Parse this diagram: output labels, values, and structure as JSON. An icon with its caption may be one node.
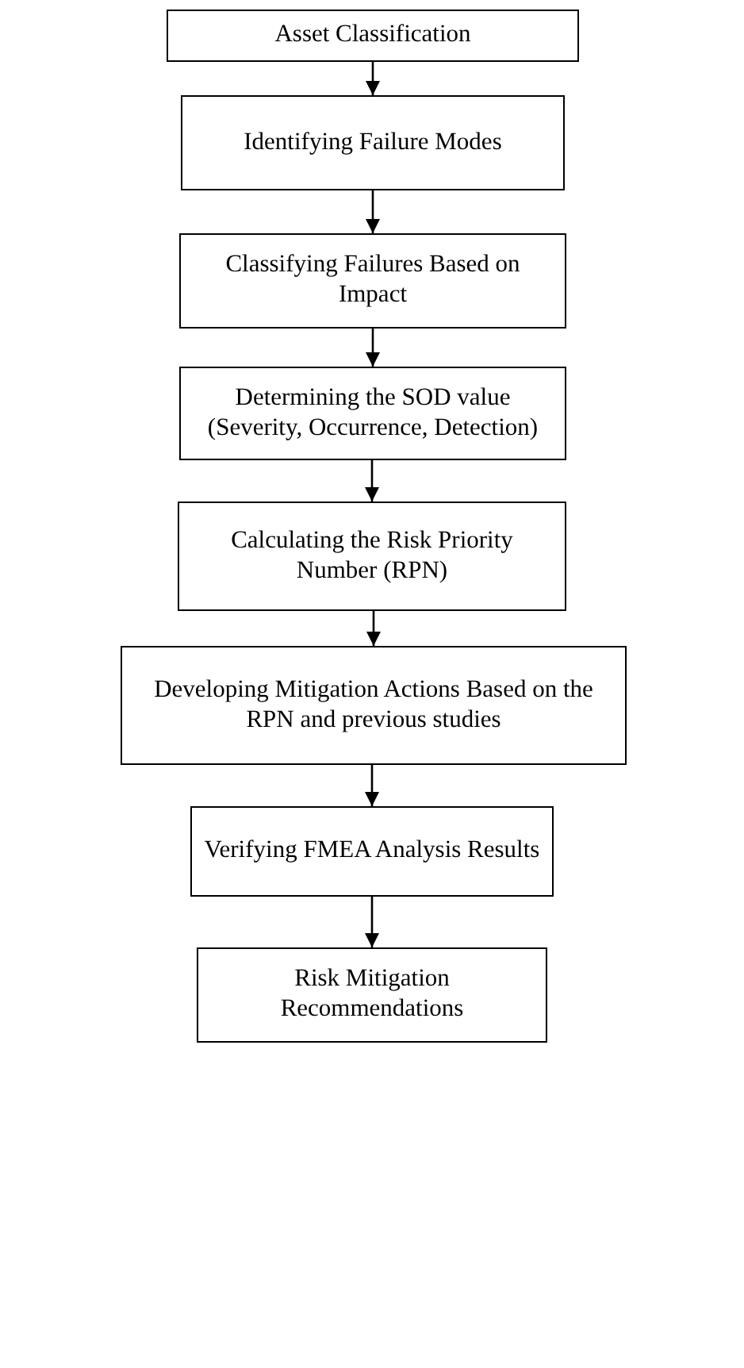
{
  "diagram": {
    "nodes": [
      {
        "text": [
          "Asset Classification"
        ]
      },
      {
        "text": [
          "Identifying Failure Modes"
        ]
      },
      {
        "text": [
          "Classifying Failures Based on Impact"
        ]
      },
      {
        "text": [
          "Determining the SOD value (Severity, Occurrence, Detection)"
        ]
      },
      {
        "text": [
          "Calculating the Risk Priority Number (RPN)"
        ]
      },
      {
        "text": [
          "Developing Mitigation Actions Based on the RPN and previous studies"
        ]
      },
      {
        "text": [
          "Verifying FMEA Analysis Results"
        ]
      },
      {
        "text": [
          "Risk Mitigation Recommendations"
        ]
      }
    ],
    "edges": [
      {
        "from": 0,
        "to": 1,
        "arrow": "to"
      },
      {
        "from": 1,
        "to": 2,
        "arrow": "to"
      },
      {
        "from": 2,
        "to": 3,
        "arrow": "to"
      },
      {
        "from": 3,
        "to": 4,
        "arrow": "to"
      },
      {
        "from": 4,
        "to": 5,
        "arrow": "to"
      },
      {
        "from": 5,
        "to": 6,
        "arrow": "to"
      },
      {
        "from": 6,
        "to": 7,
        "arrow": "to"
      }
    ]
  }
}
